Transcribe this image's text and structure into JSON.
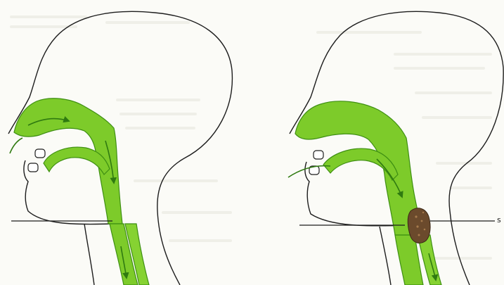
{
  "figure": {
    "callout_label": "s",
    "colors": {
      "airway_green": "#7dcb2a",
      "airway_edge": "#3e8f12",
      "outline": "#1d1d1d",
      "obstruction": "#6b4a2c",
      "page": "#fbfbf7"
    },
    "panels": [
      {
        "side": "left",
        "airway": "open"
      },
      {
        "side": "right",
        "airway": "obstructed"
      }
    ]
  }
}
